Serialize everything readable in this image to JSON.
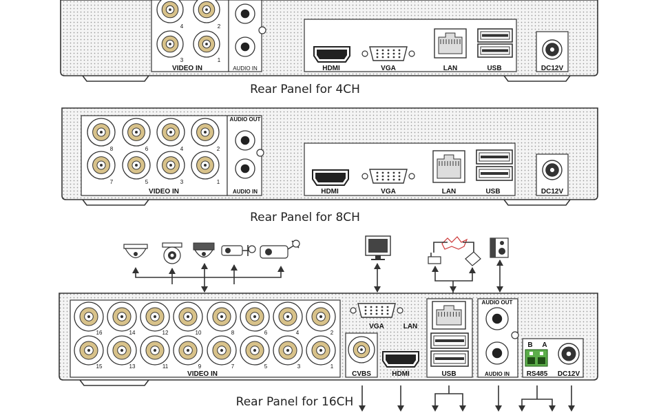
{
  "captions": {
    "ch4": "Rear Panel for 4CH",
    "ch8": "Rear Panel for 8CH",
    "ch16": "Rear Panel for 16CH"
  },
  "labels": {
    "video_in": "VIDEO IN",
    "audio_in": "AUDIO IN",
    "audio_out": "AUDIO OUT",
    "hdmi": "HDMI",
    "vga": "VGA",
    "lan": "LAN",
    "usb": "USB",
    "dc12v": "DC12V",
    "cvbs": "CVBS",
    "rs485": "RS485",
    "rs485_b": "B",
    "rs485_a": "A"
  },
  "channel_numbers": {
    "ch4_top": [
      "4",
      "2"
    ],
    "ch4_bottom": [
      "3",
      "1"
    ],
    "ch8_top": [
      "8",
      "6",
      "4",
      "2"
    ],
    "ch8_bottom": [
      "7",
      "5",
      "3",
      "1"
    ],
    "ch16_top": [
      "16",
      "14",
      "12",
      "10",
      "8",
      "6",
      "4",
      "2"
    ],
    "ch16_bottom": [
      "15",
      "13",
      "11",
      "9",
      "7",
      "5",
      "3",
      "1"
    ]
  },
  "icons": {
    "cameras": [
      "dome-camera-icon",
      "eyeball-camera-icon",
      "turret-camera-icon",
      "bullet-camera-icon",
      "bullet-camera-large-icon"
    ],
    "monitor": "monitor-icon",
    "network": [
      "router-icon",
      "network-cloud-icon",
      "laptop-icon"
    ],
    "speaker": "speaker-icon"
  },
  "colors": {
    "line": "#333333",
    "panel_dots": "#9a9a9a",
    "bnc_gold": "#d8c28a",
    "rs485_green": "#5cae4a"
  }
}
